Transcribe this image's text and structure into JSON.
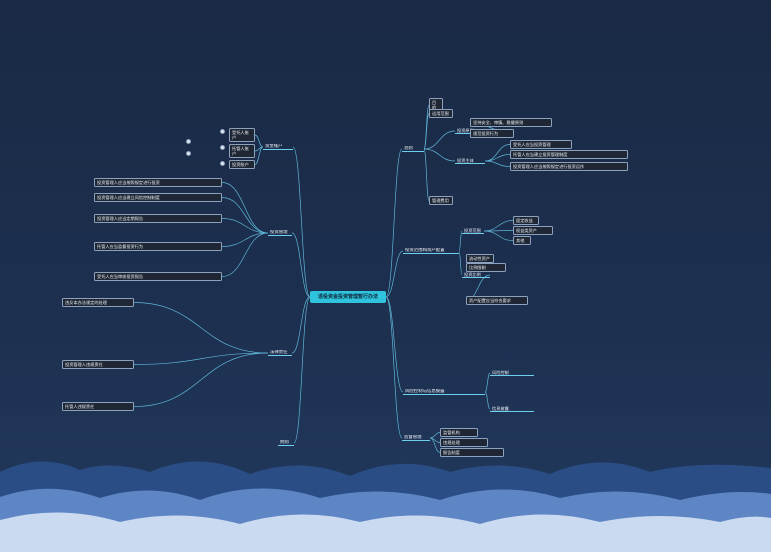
{
  "root": {
    "label": "退役资金投资管理暂行办法"
  },
  "branches": {
    "right": [
      {
        "label": "总则",
        "children": [
          {
            "label": "目的"
          },
          {
            "label": "适用范围"
          },
          {
            "label": "投资原则",
            "children": [
              {
                "label": "坚持安全、审慎、稳健原则"
              },
              {
                "label": "规范投资行为"
              }
            ]
          },
          {
            "label": "投资主体",
            "children": [
              {
                "label": "受托人应当投资管理"
              },
              {
                "label": "托管人应当建立投资管理制度"
              },
              {
                "label": "投资管理人应当按照规定进行投资运作"
              }
            ]
          },
          {
            "label": "管理费用"
          }
        ]
      },
      {
        "label": "投资范围和资产配置",
        "children": [
          {
            "label": "投资范围",
            "children": [
              {
                "label": "固定收益"
              },
              {
                "label": "权益类资产"
              },
              {
                "label": "其他"
              }
            ]
          },
          {
            "label": "投资比例",
            "children": [
              {
                "label": "流动性资产"
              },
              {
                "label": "比例限制"
              },
              {
                "label": "资产配置应当符合要求"
              }
            ]
          }
        ]
      },
      {
        "label": "风险控制与信息披露",
        "children": [
          {
            "label": "风险控制"
          },
          {
            "label": "信息披露"
          }
        ]
      },
      {
        "label": "监督管理",
        "children": [
          {
            "label": "监管机构"
          },
          {
            "label": "违规处理"
          },
          {
            "label": "报告制度"
          }
        ]
      }
    ],
    "left": [
      {
        "label": "资金账户",
        "children": [
          {
            "label": "受托人账户"
          },
          {
            "label": "托管人账户"
          },
          {
            "label": "投资账户"
          }
        ]
      },
      {
        "label": "投资管理",
        "children": [
          {
            "label": "投资管理人应当按照规定进行投资"
          },
          {
            "label": "投资管理人应当建立风险控制制度"
          },
          {
            "label": "投资管理人应当定期报告"
          },
          {
            "label": "托管人应当监督投资行为"
          },
          {
            "label": "受托人应当审核投资报告"
          }
        ]
      },
      {
        "label": "法律责任",
        "children": [
          {
            "label": "违反本办法规定的处理"
          },
          {
            "label": "投资管理人违规责任"
          },
          {
            "label": "托管人违规责任"
          }
        ]
      },
      {
        "label": "附则"
      }
    ]
  },
  "colors": {
    "accent": "#2fc3dd",
    "line": "#5fb6d6",
    "background": "#1b2c47"
  }
}
